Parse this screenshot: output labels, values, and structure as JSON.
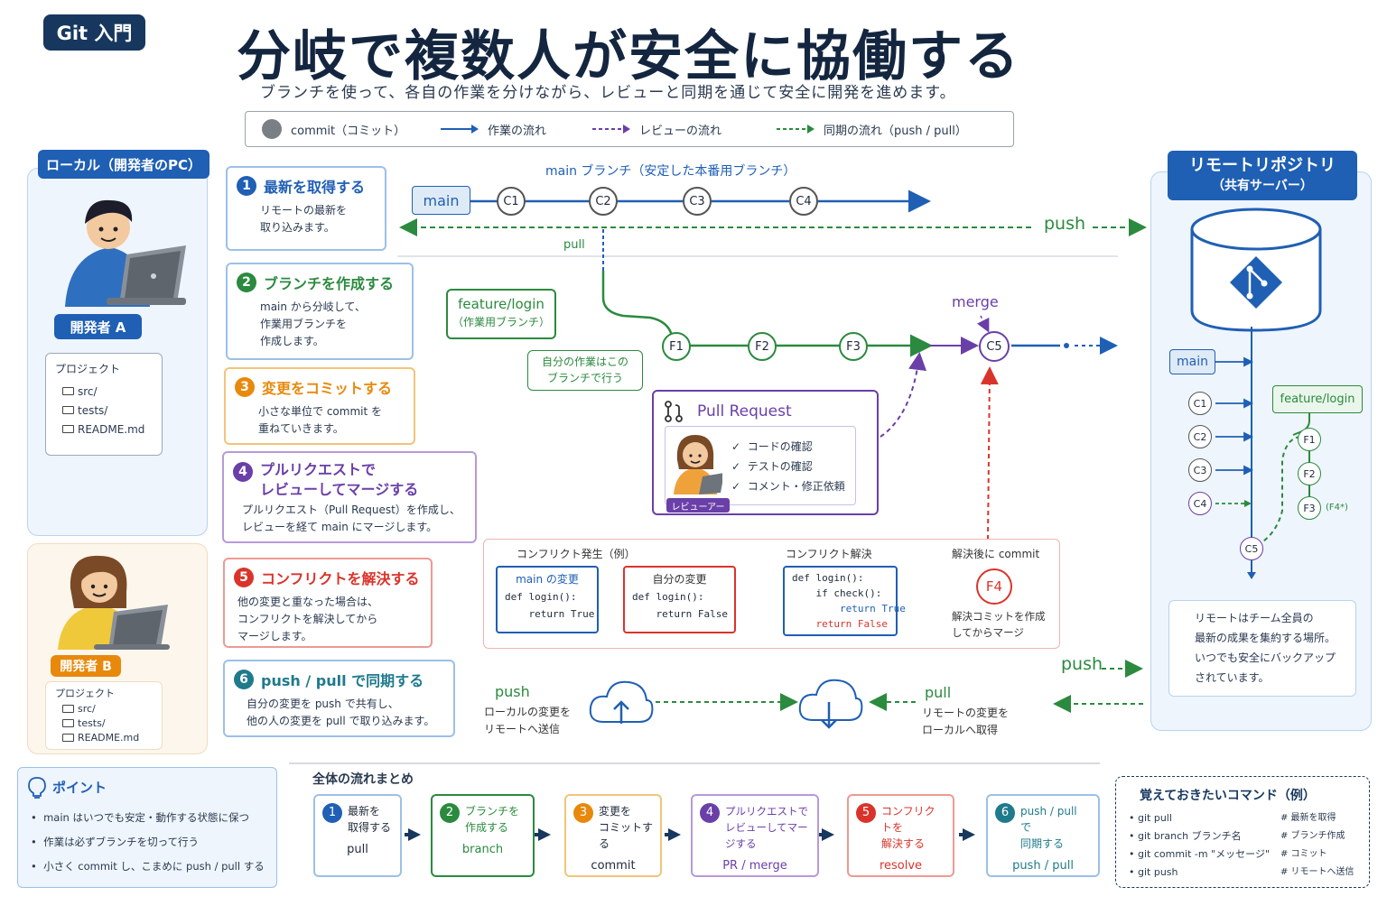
{
  "header": {
    "badge": "Git 入門",
    "title": "分岐で複数人が安全に協働する",
    "subtitle": "ブランチを使って、各自の作業を分けながら、レビューと同期を通じて安全に開発を進めます。"
  },
  "legend": {
    "commit": "commit（コミット）",
    "work_flow": "作業の流れ",
    "review_flow": "レビューの流れ",
    "sync_flow": "同期の流れ（push / pull）"
  },
  "local": {
    "title": "ローカル（開発者のPC）",
    "dev_a": "開発者 A",
    "dev_b": "開発者 B",
    "project_title": "プロジェクト",
    "files": [
      "src/",
      "tests/",
      "README.md"
    ]
  },
  "steps": [
    {
      "num": "1",
      "title": "最新を取得する",
      "body": "リモートの最新を\n取り込みます。"
    },
    {
      "num": "2",
      "title": "ブランチを作成する",
      "body": "main から分岐して、\n作業用ブランチを\n作成します。"
    },
    {
      "num": "3",
      "title": "変更をコミットする",
      "body": "小さな単位で commit を\n重ねていきます。"
    },
    {
      "num": "4",
      "title": "プルリクエストで\nレビューしてマージする",
      "body": "プルリクエスト（Pull Request）を作成し、\nレビューを経て main にマージします。"
    },
    {
      "num": "5",
      "title": "コンフリクトを解決する",
      "body": "他の変更と重なった場合は、\nコンフリクトを解決してから\nマージします。"
    },
    {
      "num": "6",
      "title": "push / pull で同期する",
      "body": "自分の変更を push で共有し、\n他の人の変更を pull で取り込みます。"
    }
  ],
  "graph": {
    "main_branch_label": "main ブランチ（安定した本番用ブランチ）",
    "main_tag": "main",
    "main_commits": [
      "C1",
      "C2",
      "C3",
      "C4"
    ],
    "push_label": "push",
    "pull_label": "pull",
    "feature_tag": "feature/login",
    "feature_sub": "（作業用ブランチ）",
    "feature_commits": [
      "F1",
      "F2",
      "F3"
    ],
    "merge_label": "merge",
    "merge_commit": "C5",
    "callout": "自分の作業はこの\nブランチで行う"
  },
  "pr": {
    "title": "Pull Request",
    "checks": [
      "コードの確認",
      "テストの確認",
      "コメント・修正依頼"
    ],
    "reviewer": "レビューアー"
  },
  "conflict": {
    "occur_label": "コンフリクト発生（例）",
    "main_change_title": "main の変更",
    "main_change_code": "def login():\n    return True",
    "my_change_title": "自分の変更",
    "my_change_code": "def login():\n    return False",
    "resolve_label": "コンフリクト解決",
    "resolve_code_1": "def login():\n    if check():",
    "resolve_code_2": "        return True",
    "resolve_code_3": "    return False",
    "after_label": "解決後に commit",
    "fix_commit": "F4",
    "after_desc": "解決コミットを作成\nしてからマージ"
  },
  "sync": {
    "push_title": "push",
    "push_desc": "ローカルの変更を\nリモートへ送信",
    "pull_title": "pull",
    "pull_desc": "リモートの変更を\nローカルへ取得",
    "push_arrow_label": "push"
  },
  "remote": {
    "title": "リモートリポジトリ",
    "subtitle": "（共有サーバー）",
    "main_tag": "main",
    "feature_tag": "feature/login",
    "main_commits": [
      "C1",
      "C2",
      "C3",
      "C4"
    ],
    "feature_commits": [
      "F1",
      "F2",
      "F3"
    ],
    "f4_note": "(F4*)",
    "merge_commit": "C5",
    "desc": "リモートはチーム全員の\n最新の成果を集約する場所。\nいつでも安全にバックアップ\nされています。"
  },
  "points": {
    "title": "ポイント",
    "items": [
      "main はいつでも安定・動作する状態に保つ",
      "作業は必ずブランチを切って行う",
      "小さく commit し、こまめに push / pull する"
    ]
  },
  "summary": {
    "title": "全体の流れまとめ",
    "items": [
      {
        "num": "1",
        "text": "最新を\n取得する",
        "cmd": "pull"
      },
      {
        "num": "2",
        "text": "ブランチを\n作成する",
        "cmd": "branch"
      },
      {
        "num": "3",
        "text": "変更を\nコミットする",
        "cmd": "commit"
      },
      {
        "num": "4",
        "text": "プルリクエストで\nレビューしてマージする",
        "cmd": "PR / merge"
      },
      {
        "num": "5",
        "text": "コンフリクトを\n解決する",
        "cmd": "resolve"
      },
      {
        "num": "6",
        "text": "push / pull で\n同期する",
        "cmd": "push / pull"
      }
    ]
  },
  "commands": {
    "title": "覚えておきたいコマンド（例）",
    "items": [
      {
        "cmd": "git pull",
        "comment": "# 最新を取得"
      },
      {
        "cmd": "git branch ブランチ名",
        "comment": "# ブランチ作成"
      },
      {
        "cmd": "git commit -m \"メッセージ\"",
        "comment": "# コミット"
      },
      {
        "cmd": "git push",
        "comment": "# リモートへ送信"
      }
    ]
  },
  "colors": {
    "navy": "#17375e",
    "blue": "#1f5fb4",
    "green": "#2b8a3e",
    "orange": "#e8890c",
    "purple": "#6a3fa8",
    "red": "#d9342b",
    "teal": "#1f7a8c"
  }
}
